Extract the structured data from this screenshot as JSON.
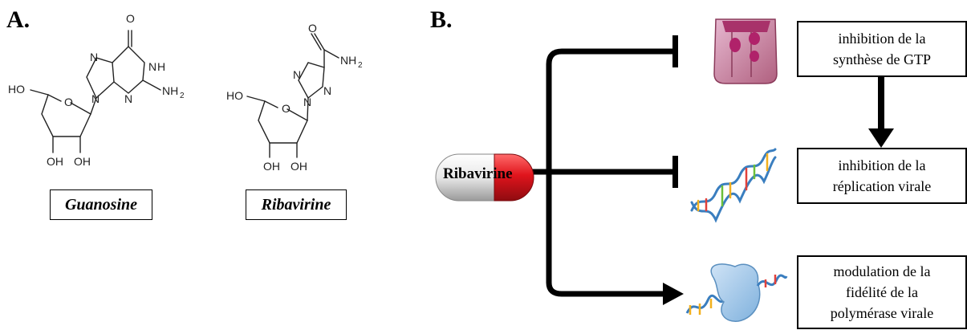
{
  "panel_a": {
    "label": "A.",
    "guanosine": {
      "caption": "Guanosine",
      "atoms": {
        "o_carbonyl": "O",
        "n7": "N",
        "nh": "H",
        "n1": "N",
        "n9": "N",
        "n3": "N",
        "nh2": "NH",
        "nh2_sub": "2",
        "o_ring": "O",
        "ho": "HO",
        "oh_left": "OH",
        "oh_right": "OH"
      }
    },
    "ribavirine": {
      "caption": "Ribavirine",
      "atoms": {
        "o_carbonyl": "O",
        "nh2": "NH",
        "nh2_sub": "2",
        "n_top": "N",
        "n_right": "N",
        "n_left": "N",
        "o_ring": "O",
        "ho": "HO",
        "oh_left": "OH",
        "oh_right": "OH"
      }
    }
  },
  "panel_b": {
    "label": "B.",
    "drug": "Ribavirine",
    "pill_colors": {
      "cap_red": "#e0141c",
      "cap_white": "#eeeeee"
    },
    "targets": [
      {
        "icon": "impdh-enzyme-icon",
        "effect": "inhibition",
        "lines": [
          "inhibition de la",
          "synthèse de GTP"
        ]
      },
      {
        "icon": "rna-helix-icon",
        "effect": "inhibition",
        "lines": [
          "inhibition de la",
          "réplication virale"
        ]
      },
      {
        "icon": "viral-polymerase-icon",
        "effect": "modulation",
        "lines": [
          "modulation de la",
          "fidélité de la",
          "polymérase virale"
        ]
      }
    ]
  }
}
